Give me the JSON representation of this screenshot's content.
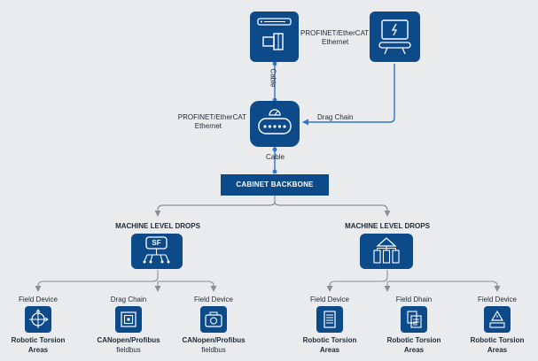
{
  "top_right_label": {
    "line1": "PROFINET/EtherCAT",
    "line2": "Ethernet"
  },
  "mid_left_label": {
    "line1": "PROFINET/EtherCAT",
    "line2": "Ethernet"
  },
  "cable_vertical_label": "Cable",
  "drag_chain_top_label": "Drag Chain",
  "cable_lower_label": "Cable",
  "backbone": "CABINET BACKBONE",
  "left_group": {
    "title": "MACHINE LEVEL DROPS",
    "hub_text": "SF",
    "devices": [
      {
        "top": "Field Device",
        "name": "Robotic Torsion",
        "sub": "Areas",
        "icon": "rotate-arrows-icon"
      },
      {
        "top": "Drag Chain",
        "name": "CANopen/Profibus",
        "sub": "fieldbus",
        "icon": "nested-squares-icon"
      },
      {
        "top": "Field Device",
        "name": "CANopen/Profibus",
        "sub": "fieldbus",
        "icon": "camera-icon"
      }
    ]
  },
  "right_group": {
    "title": "MACHINE LEVEL DROPS",
    "hub_icon": "hierarchy-icon",
    "devices": [
      {
        "top": "Field Device",
        "name": "Robotic Torsion",
        "sub": "Areas",
        "icon": "server-rack-icon"
      },
      {
        "top": "Field Dhain",
        "name": "Robotic Torsion",
        "sub": "Areas",
        "icon": "document-stack-icon"
      },
      {
        "top": "Field Device",
        "name": "Robotic Torsion",
        "sub": "Areas",
        "icon": "warning-tray-icon"
      }
    ]
  },
  "colors": {
    "node": "#0c4a8a",
    "line": "#8a9096",
    "connector": "#2f76c8",
    "background": "#e9ebed"
  }
}
